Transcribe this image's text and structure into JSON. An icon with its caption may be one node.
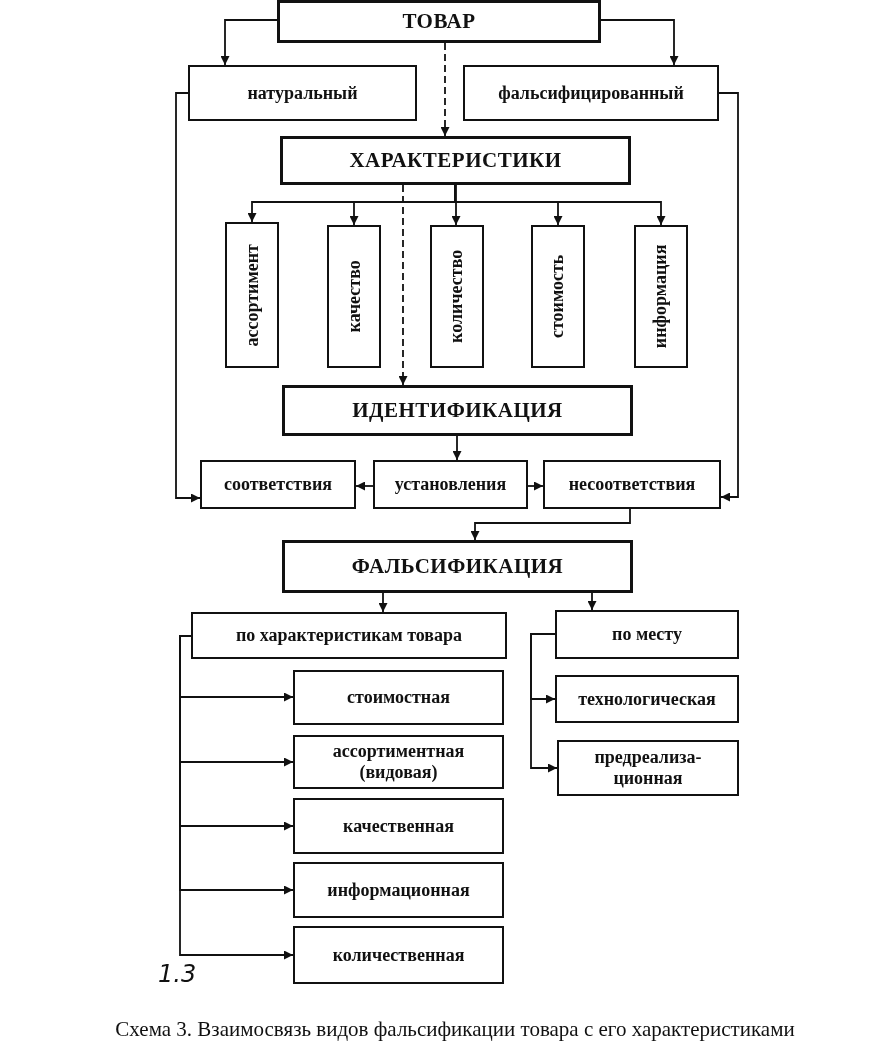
{
  "diagram": {
    "caption": "Схема 3. Взаимосвязь видов фальсификации товара с его характеристиками",
    "nodes": [
      {
        "text": [
          "ТОВАР"
        ]
      },
      {
        "text": [
          "натуральный"
        ]
      },
      {
        "text": [
          "фальсифицированный"
        ]
      },
      {
        "text": [
          "ХАРАКТЕРИСТИКИ"
        ]
      },
      {
        "text": [
          "ассортимент"
        ]
      },
      {
        "text": [
          "качество"
        ]
      },
      {
        "text": [
          "количество"
        ]
      },
      {
        "text": [
          "стоимость"
        ]
      },
      {
        "text": [
          "информация"
        ]
      },
      {
        "text": [
          "ИДЕНТИФИКАЦИЯ"
        ]
      },
      {
        "text": [
          "соответствия"
        ]
      },
      {
        "text": [
          "установления"
        ]
      },
      {
        "text": [
          "несоответствия"
        ]
      },
      {
        "text": [
          "ФАЛЬСИФИКАЦИЯ"
        ]
      },
      {
        "text": [
          "по характеристикам товара"
        ]
      },
      {
        "text": [
          "по месту"
        ]
      },
      {
        "text": [
          "стоимостная"
        ]
      },
      {
        "text": [
          "ассортиментная (видовая)"
        ]
      },
      {
        "text": [
          "качественная"
        ]
      },
      {
        "text": [
          "информационная"
        ]
      },
      {
        "text": [
          "количественная"
        ]
      },
      {
        "text": [
          "технологическая"
        ]
      },
      {
        "text": [
          "предреализа- ционная"
        ]
      }
    ],
    "edges": [
      {
        "from": 0,
        "to": 1,
        "arrow": "to"
      },
      {
        "from": 0,
        "to": 2,
        "arrow": "to"
      },
      {
        "from": 0,
        "to": 3,
        "arrow": "to",
        "style": "dashed"
      },
      {
        "from": 3,
        "to": 4,
        "arrow": "to"
      },
      {
        "from": 3,
        "to": 5,
        "arrow": "to"
      },
      {
        "from": 3,
        "to": 6,
        "arrow": "to"
      },
      {
        "from": 3,
        "to": 7,
        "arrow": "to"
      },
      {
        "from": 3,
        "to": 8,
        "arrow": "to"
      },
      {
        "from": 3,
        "to": 9,
        "arrow": "to",
        "style": "dashed"
      },
      {
        "from": 1,
        "to": 10,
        "arrow": "to"
      },
      {
        "from": 2,
        "to": 12,
        "arrow": "to"
      },
      {
        "from": 9,
        "to": 11,
        "arrow": "to"
      },
      {
        "from": 11,
        "to": 10,
        "arrow": "to"
      },
      {
        "from": 11,
        "to": 12,
        "arrow": "to"
      },
      {
        "from": 12,
        "to": 13,
        "arrow": "to"
      },
      {
        "from": 13,
        "to": 14,
        "arrow": "to"
      },
      {
        "from": 13,
        "to": 15,
        "arrow": "to"
      },
      {
        "from": 14,
        "to": 16,
        "arrow": "to"
      },
      {
        "from": 14,
        "to": 17,
        "arrow": "to"
      },
      {
        "from": 14,
        "to": 18,
        "arrow": "to"
      },
      {
        "from": 14,
        "to": 19,
        "arrow": "to"
      },
      {
        "from": 14,
        "to": 20,
        "arrow": "to"
      },
      {
        "from": 15,
        "to": 21,
        "arrow": "to"
      },
      {
        "from": 15,
        "to": 22,
        "arrow": "to"
      }
    ],
    "labels": [
      "1.3"
    ]
  }
}
